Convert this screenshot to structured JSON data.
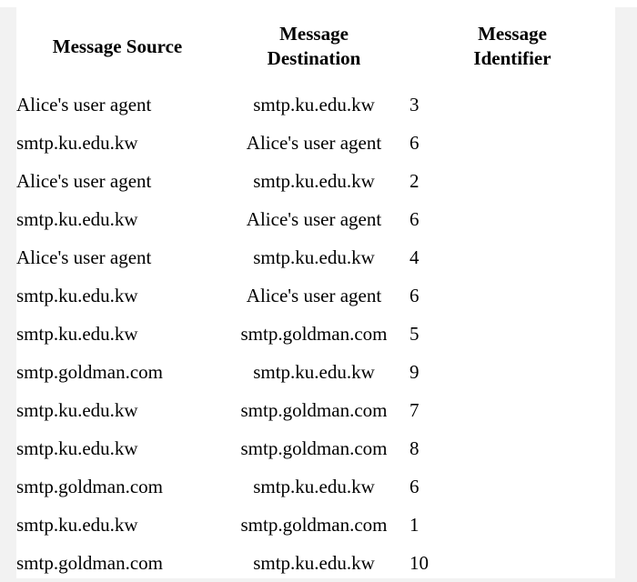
{
  "table": {
    "columns": [
      {
        "id": "source",
        "label_line1": "Message Source",
        "label_line2": ""
      },
      {
        "id": "destination",
        "label_line1": "Message",
        "label_line2": "Destination"
      },
      {
        "id": "identifier",
        "label_line1": "Message",
        "label_line2": "Identifier"
      }
    ],
    "rows": [
      {
        "source": "Alice's user agent",
        "destination": "smtp.ku.edu.kw",
        "identifier": "3"
      },
      {
        "source": "smtp.ku.edu.kw",
        "destination": "Alice's user agent",
        "identifier": "6"
      },
      {
        "source": "Alice's user agent",
        "destination": "smtp.ku.edu.kw",
        "identifier": "2"
      },
      {
        "source": "smtp.ku.edu.kw",
        "destination": "Alice's user agent",
        "identifier": "6"
      },
      {
        "source": "Alice's user agent",
        "destination": "smtp.ku.edu.kw",
        "identifier": "4"
      },
      {
        "source": "smtp.ku.edu.kw",
        "destination": "Alice's user agent",
        "identifier": "6"
      },
      {
        "source": "smtp.ku.edu.kw",
        "destination": "smtp.goldman.com",
        "identifier": "5"
      },
      {
        "source": "smtp.goldman.com",
        "destination": "smtp.ku.edu.kw",
        "identifier": "9"
      },
      {
        "source": "smtp.ku.edu.kw",
        "destination": "smtp.goldman.com",
        "identifier": "7"
      },
      {
        "source": "smtp.ku.edu.kw",
        "destination": "smtp.goldman.com",
        "identifier": "8"
      },
      {
        "source": "smtp.goldman.com",
        "destination": "smtp.ku.edu.kw",
        "identifier": "6"
      },
      {
        "source": "smtp.ku.edu.kw",
        "destination": "smtp.goldman.com",
        "identifier": "1"
      },
      {
        "source": "smtp.goldman.com",
        "destination": "smtp.ku.edu.kw",
        "identifier": "10"
      }
    ]
  },
  "colors": {
    "page_background": "#f2f2f2",
    "sheet_background": "#ffffff",
    "text": "#000000"
  }
}
